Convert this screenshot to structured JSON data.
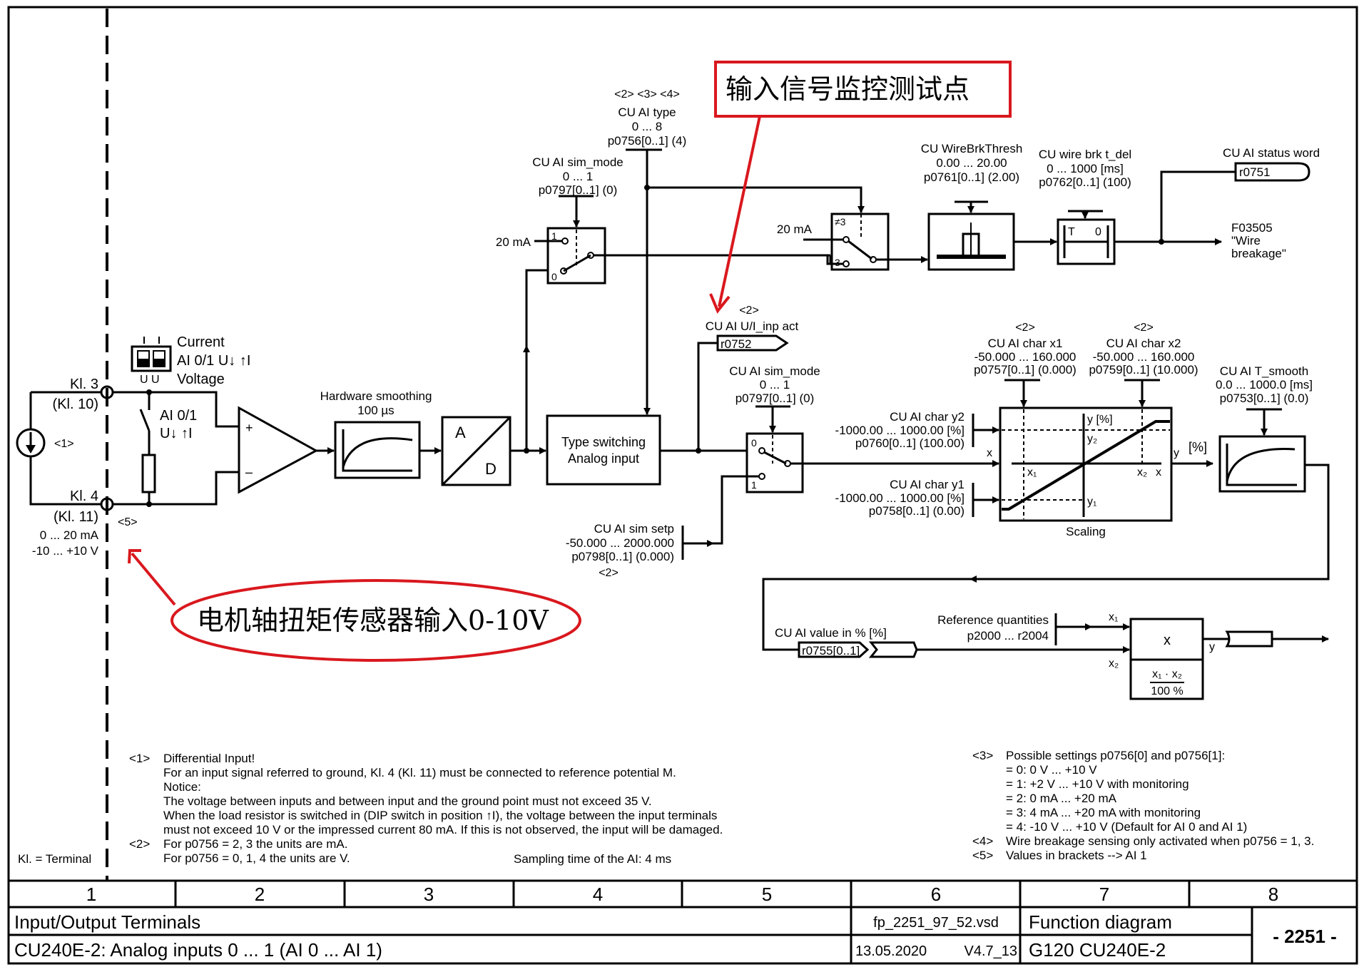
{
  "diagram": {
    "terminals": {
      "kl3": "Kl. 3",
      "kl10": "(Kl. 10)",
      "kl4": "Kl. 4",
      "kl11": "(Kl. 11)",
      "range_ma": "0 ... 20 mA",
      "range_v": "-10 ... +10 V",
      "note1": "<1>",
      "note5": "<5>",
      "kl_terminal": "Kl. = Terminal"
    },
    "dip_switch": {
      "current": "Current",
      "ai": "AI 0/1 U↓ ↑I",
      "voltage": "Voltage",
      "uu": "U U"
    },
    "load_switch": {
      "line1": "AI 0/1",
      "line2": "U↓ ↑I"
    },
    "opamp": {
      "plus": "+",
      "minus": "–"
    },
    "hw_smoothing": {
      "title": "Hardware smoothing",
      "value": "100 µs"
    },
    "adc": {
      "a": "A",
      "d": "D"
    },
    "type_switching": {
      "line1": "Type switching",
      "line2": "Analog input"
    },
    "ai_type": {
      "notes": "<2> <3> <4>",
      "name": "CU AI type",
      "range": "0 ... 8",
      "param": "p0756[0..1] (4)"
    },
    "sim_mode_top": {
      "name": "CU AI sim_mode",
      "range": "0 ... 1",
      "param": "p0797[0..1] (0)",
      "in1": "20 mA",
      "pos1": "1",
      "pos0": "0"
    },
    "wire_switch": {
      "in1": "20 mA",
      "pos_ne3": "≠3",
      "pos3": "3"
    },
    "wire_thresh": {
      "name": "CU WireBrkThresh",
      "range": "0.00 ... 20.00",
      "param": "p0761[0..1] (2.00)"
    },
    "wire_delay": {
      "name": "CU wire brk t_del",
      "range": "0 ... 1000  [ms]",
      "param": "p0762[0..1] (100)",
      "t": "T",
      "zero": "0"
    },
    "status_word": {
      "name": "CU AI status word",
      "param": "r0751"
    },
    "fault": {
      "line1": "F03505",
      "line2": "\"Wire",
      "line3": "breakage\""
    },
    "inp_act": {
      "note": "<2>",
      "name": "CU AI U/I_inp act",
      "param": "r0752"
    },
    "sim_mode_mid": {
      "name": "CU AI sim_mode",
      "range": "0 ... 1",
      "param": "p0797[0..1] (0)",
      "pos0": "0",
      "pos1": "1"
    },
    "sim_setp": {
      "name": "CU AI sim setp",
      "range": "-50.000 ... 2000.000",
      "param": "p0798[0..1] (0.000)",
      "note": "<2>"
    },
    "char_y2": {
      "name": "CU AI char y2",
      "range": "-1000.00 ... 1000.00  [%]",
      "param": "p0760[0..1] (100.00)"
    },
    "char_y1": {
      "name": "CU AI char y1",
      "range": "-1000.00 ... 1000.00  [%]",
      "param": "p0758[0..1] (0.00)"
    },
    "char_x1": {
      "note": "<2>",
      "name": "CU AI char x1",
      "range": "-50.000 ... 160.000",
      "param": "p0757[0..1] (0.000)"
    },
    "char_x2": {
      "note": "<2>",
      "name": "CU AI char x2",
      "range": "-50.000 ... 160.000",
      "param": "p0759[0..1] (10.000)"
    },
    "scaling": {
      "title": "Scaling",
      "y_axis": "y [%]",
      "y2": "y₂",
      "y1": "y₁",
      "x1": "x₁",
      "x2": "x₂",
      "x": "x",
      "x_in": "x",
      "y_out": "y",
      "pct": "[%]"
    },
    "t_smooth": {
      "name": "CU AI T_smooth",
      "range": "0.0 ... 1000.0  [ms]",
      "param": "p0753[0..1] (0.0)"
    },
    "value_pct": {
      "name": "CU AI value in % [%]",
      "param": "r0755[0..1]"
    },
    "reference": {
      "line1": "Reference quantities",
      "line2": "p2000 ... r2004"
    },
    "multiplier": {
      "op": "x",
      "num": "x₁ · x₂",
      "den": "100 %",
      "x1": "x₁",
      "x2": "x₂",
      "y": "y"
    }
  },
  "annotations": {
    "monitor_point": "输入信号监控测试点",
    "sensor_input": "电机轴扭矩传感器输入0-10V",
    "color": "#d9181e"
  },
  "notes_left": [
    {
      "tag": "<1>",
      "text": "Differential Input!"
    },
    {
      "tag": "",
      "text": "For an input signal referred to ground, Kl. 4 (Kl. 11) must be connected to reference potential M."
    },
    {
      "tag": "",
      "text": "Notice:"
    },
    {
      "tag": "",
      "text": "The voltage between inputs and between input and the ground point must not exceed 35 V."
    },
    {
      "tag": "",
      "text": "When the load resistor is switched in (DIP switch in position ↑I), the voltage between the input terminals"
    },
    {
      "tag": "",
      "text": "must not exceed 10 V or the impressed current 80 mA. If this is not observed, the input will be damaged."
    },
    {
      "tag": "<2>",
      "text": "For p0756 = 2, 3 the units are mA."
    },
    {
      "tag": "",
      "text": "For p0756 = 0, 1, 4 the units are V."
    }
  ],
  "sampling_time": "Sampling time of the AI: 4 ms",
  "notes_right": [
    {
      "tag": "<3>",
      "text": "Possible settings p0756[0] and p0756[1]:"
    },
    {
      "tag": "",
      "text": "= 0:  0 V ... +10 V"
    },
    {
      "tag": "",
      "text": "= 1:  +2 V ... +10 V with monitoring"
    },
    {
      "tag": "",
      "text": "= 2:  0 mA ... +20 mA"
    },
    {
      "tag": "",
      "text": "= 3:  4 mA ... +20 mA with monitoring"
    },
    {
      "tag": "",
      "text": "= 4:  -10 V ... +10 V (Default for AI 0 and AI 1)"
    },
    {
      "tag": "<4>",
      "text": "Wire breakage sensing only activated when p0756 = 1, 3."
    },
    {
      "tag": "<5>",
      "text": "Values in brackets --> AI 1"
    }
  ],
  "title_block": {
    "columns": [
      "1",
      "2",
      "3",
      "4",
      "5",
      "6",
      "7",
      "8"
    ],
    "section": "Input/Output Terminals",
    "subtitle": "CU240E-2: Analog inputs 0 ... 1 (AI 0 ... AI 1)",
    "file": "fp_2251_97_52.vsd",
    "date": "13.05.2020",
    "version": "V4.7_13",
    "doc_type": "Function diagram",
    "device": "G120 CU240E-2",
    "page": "- 2251 -"
  }
}
